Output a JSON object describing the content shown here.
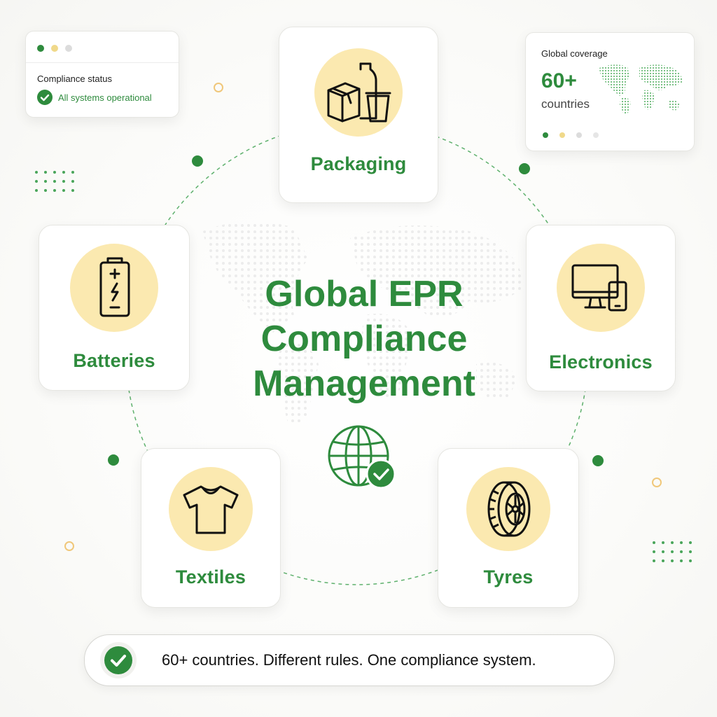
{
  "status_card": {
    "title": "Compliance status",
    "status_text": "All systems operational"
  },
  "coverage_card": {
    "title": "Global coverage",
    "value": "60+",
    "unit": "countries"
  },
  "hero": {
    "title_line1": "Global EPR",
    "title_line2": "Compliance",
    "title_line3": "Management"
  },
  "categories": {
    "packaging": "Packaging",
    "batteries": "Batteries",
    "electronics": "Electronics",
    "textiles": "Textiles",
    "tyres": "Tyres"
  },
  "footer": {
    "tagline": "60+ countries. Different rules. One compliance system."
  },
  "colors": {
    "brand_green": "#2e8b3d",
    "accent_yellow": "#fbe9b0",
    "dot_yellow": "#f0d98a",
    "dot_grey": "#dcdcdc"
  },
  "icons": [
    "packaging-icon",
    "battery-icon",
    "electronics-icon",
    "tshirt-icon",
    "tyre-icon",
    "globe-check-icon",
    "check-icon",
    "world-map-icon"
  ]
}
